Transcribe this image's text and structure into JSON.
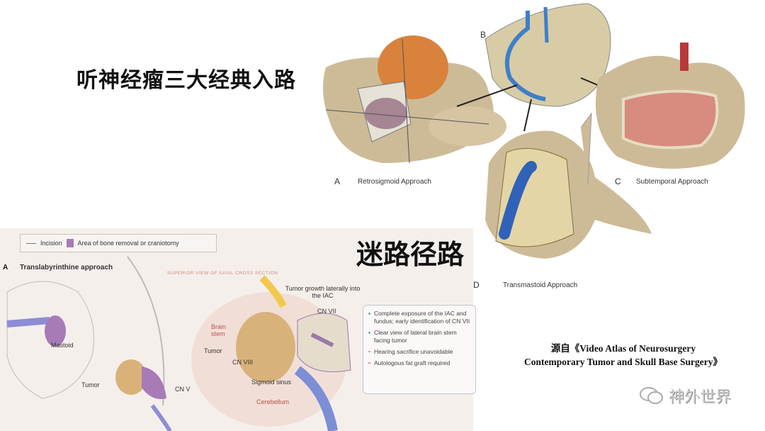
{
  "slide": {
    "title": "听神经瘤三大经典入路",
    "subtitle": "迷路径路"
  },
  "top_figure": {
    "labels": {
      "a": "A",
      "a_text": "Retrosigmoid Approach",
      "b": "B",
      "c": "C",
      "c_text": "Subtemporal Approach",
      "d": "D",
      "d_text": "Transmastoid Approach"
    }
  },
  "bottom_figure": {
    "legend": {
      "incision": "Incision",
      "area": "Area of bone removal or craniotomy"
    },
    "panel_letter": "A",
    "panel_title": "Translabyrinthine approach",
    "section_title": "SUPERIOR VIEW OF AXIAL CROSS SECTION",
    "annotations": {
      "mastoid": "Mastoid",
      "tumor_left": "Tumor",
      "cn5": "CN V",
      "brain_stem": "Brain stem",
      "tumor": "Tumor",
      "cn8": "CN VIII",
      "sigmoid": "Sigmoid sinus",
      "cerebellum": "Cerebellum",
      "growth": "Tumor growth laterally into the IAC",
      "cn7": "CN VII"
    },
    "pros_cons": [
      {
        "sign": "+",
        "text": "Complete exposure of the IAC and fundus; early identification of CN VII"
      },
      {
        "sign": "+",
        "text": "Clear view of lateral brain stem facing tumor"
      },
      {
        "sign": "−",
        "text": "Hearing sacrifice unavoidable"
      },
      {
        "sign": "−",
        "text": "Autologous fat graft required"
      }
    ]
  },
  "citation": {
    "line1": "源自《Video Atlas of Neurosurgery",
    "line2": "Contemporary Tumor and Skull Base Surgery》"
  },
  "watermark": "神外世界",
  "colors": {
    "bone": "#cbb894",
    "tumor": "#d9b27a",
    "vessel": "#3f7fc9",
    "craniotomy": "#a77bb5"
  }
}
